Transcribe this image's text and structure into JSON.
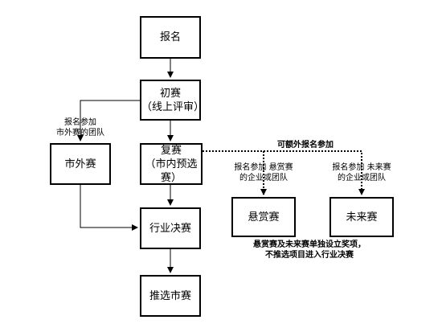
{
  "nodes": {
    "signup": {
      "label": "报名"
    },
    "prelim": {
      "line1": "初赛",
      "line2": "（线上评审）"
    },
    "semi": {
      "line1": "复赛",
      "line2": "（市内预选赛）"
    },
    "outside": {
      "label": "市外赛"
    },
    "industry_final": {
      "label": "行业决赛"
    },
    "recommend": {
      "label": "推选市赛"
    },
    "bounty": {
      "label": "悬赏赛"
    },
    "future": {
      "label": "未来赛"
    }
  },
  "annotations": {
    "outside_team": {
      "line1": "报名参加",
      "line2": "市外赛的团队"
    },
    "extra_signup": "可额外报名参加",
    "bounty_team": {
      "line1": "报名参加 悬赏赛",
      "line2": "的企业或团队"
    },
    "future_team": {
      "line1": "报名参加 未来赛",
      "line2": "的企业或团队"
    },
    "note": {
      "line1": "悬赏赛及未来赛单独设立奖项，",
      "line2": "不推选项目进入行业决赛"
    }
  }
}
